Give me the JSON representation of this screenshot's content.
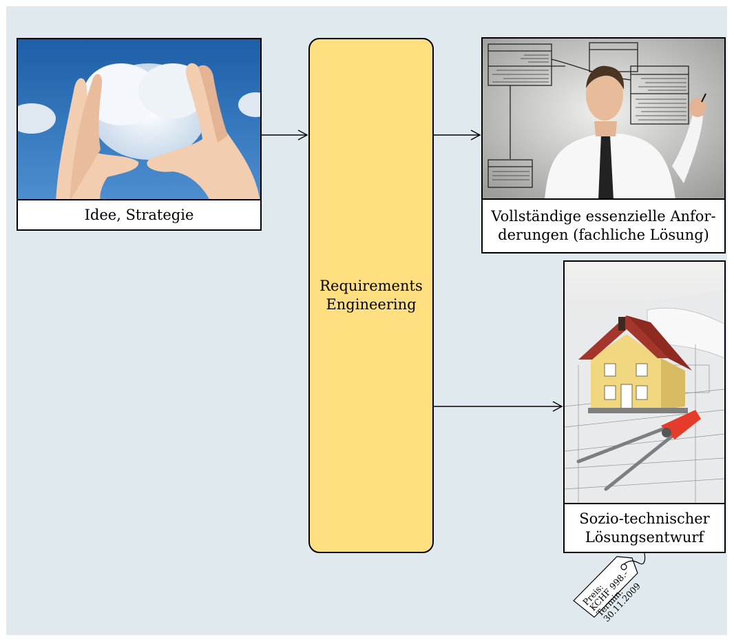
{
  "nodes": {
    "idea": {
      "caption": "Idee, Strategie"
    },
    "requirements_engineering": {
      "line1": "Requirements",
      "line2": "Engineering"
    },
    "essential_requirements": {
      "line1": "Vollständige essenzielle Anfor-",
      "line2": "derungen (fachliche Lösung)"
    },
    "solution_design": {
      "line1": "Sozio-technischer",
      "line2": "Lösungsentwurf"
    }
  },
  "price_tag": {
    "line1": "Preis:",
    "line2": "KCHF 998.-",
    "line3": "Termin:",
    "line4": "30.11.2009"
  },
  "colors": {
    "background_panel": "#e0e9ee",
    "process_box": "#ffdf80",
    "border": "#000000"
  },
  "icons": [
    "hands-cloud-image",
    "man-drawing-diagram-image",
    "house-blueprint-image",
    "price-tag-icon"
  ]
}
